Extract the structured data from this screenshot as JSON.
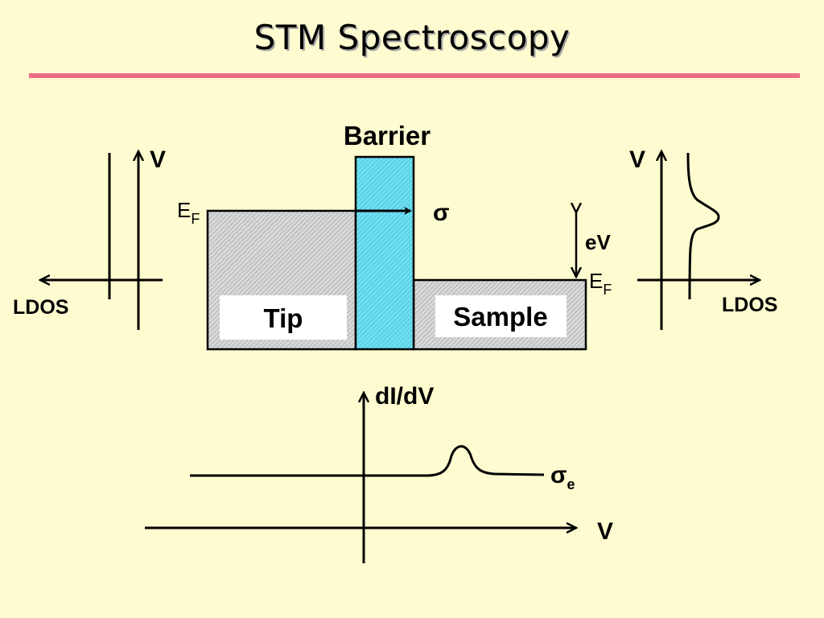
{
  "title": "STM Spectroscopy",
  "labels": {
    "barrier": "Barrier",
    "tip": "Tip",
    "sample": "Sample",
    "sigma": "σ",
    "ev": "eV",
    "ef_main": "E",
    "ef_sub": "F",
    "v": "V",
    "ldos": "LDOS",
    "didv": "dI/dV",
    "sigma_e_main": "σ",
    "sigma_e_sub": "e"
  },
  "colors": {
    "background": "#fffbd0",
    "title_rule": "#ee6f86",
    "barrier_fill": "#66d9ee",
    "electrode_fill": "#d6d6d6"
  }
}
